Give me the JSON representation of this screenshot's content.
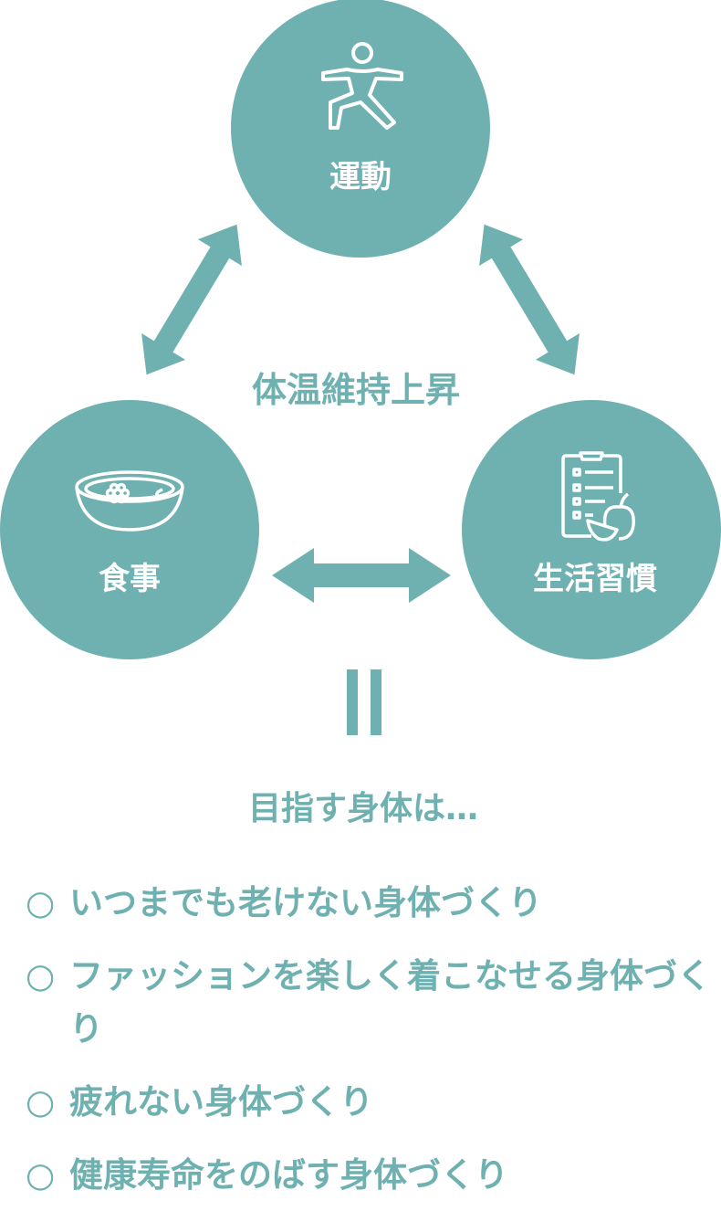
{
  "colors": {
    "accent": "#6fb0b0"
  },
  "circles": {
    "exercise": {
      "label": "運動",
      "icon": "yoga-pose-icon"
    },
    "diet": {
      "label": "食事",
      "icon": "soup-bowl-icon"
    },
    "lifestyle": {
      "label": "生活習慣",
      "icon": "checklist-apple-icon"
    }
  },
  "center_label": "体温維持上昇",
  "equals": "||",
  "goal_heading": "目指す身体は…",
  "goals": [
    {
      "mark": "○",
      "text": "いつまでも老けない身体づくり"
    },
    {
      "mark": "○",
      "text": "ファッションを楽しく着こなせる身体づくり"
    },
    {
      "mark": "○",
      "text": "疲れない身体づくり"
    },
    {
      "mark": "○",
      "text": "健康寿命をのばす身体づくり"
    }
  ]
}
